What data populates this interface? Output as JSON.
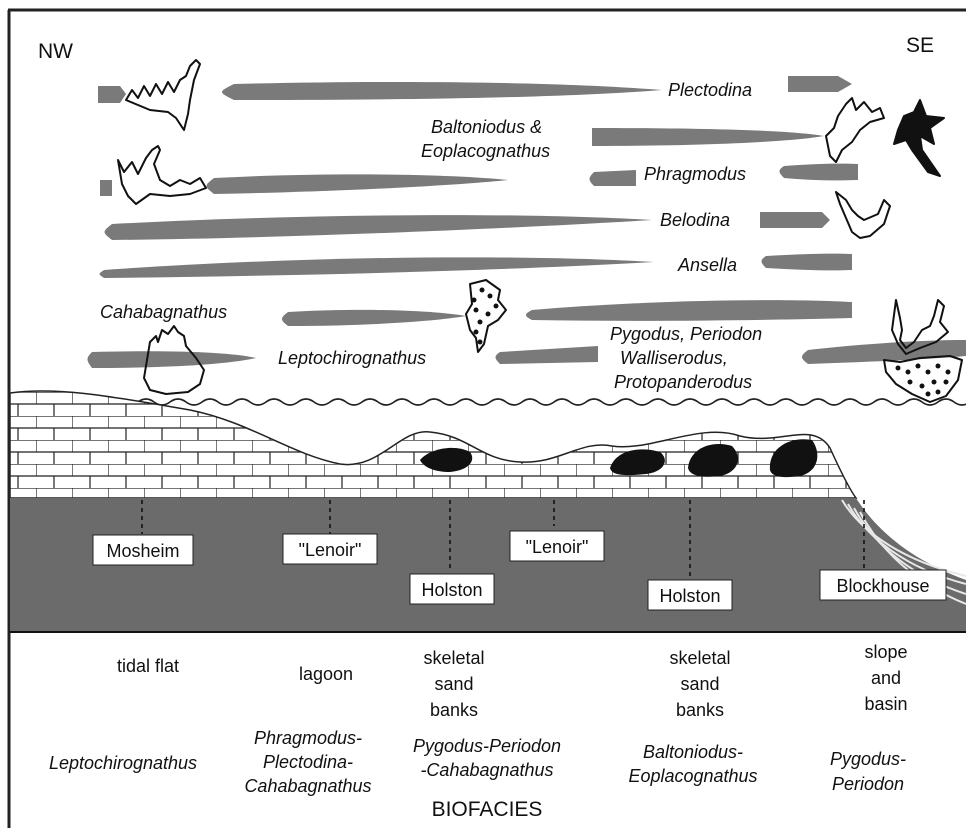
{
  "compass": {
    "left": "NW",
    "right": "SE"
  },
  "taxa": {
    "plectodina": "Plectodina",
    "baltoniodus_line1": "Baltoniodus &",
    "baltoniodus_line2": "Eoplacognathus",
    "phragmodus": "Phragmodus",
    "belodina": "Belodina",
    "ansella": "Ansella",
    "cahabagnathus": "Cahabagnathus",
    "leptochirognathus": "Leptochirognathus",
    "pygodus_line1": "Pygodus, Periodon",
    "pygodus_line2": "Walliserodus,",
    "pygodus_line3": "Protopanderodus"
  },
  "formations": {
    "mosheim": "Mosheim",
    "lenoir_1": "\"Lenoir\"",
    "holston_1": "Holston",
    "lenoir_2": "\"Lenoir\"",
    "holston_2": "Holston",
    "blockhouse": "Blockhouse"
  },
  "environments": {
    "tidal_flat": "tidal flat",
    "lagoon": "lagoon",
    "sand_banks_1": [
      "skeletal",
      "sand",
      "banks"
    ],
    "sand_banks_2": [
      "skeletal",
      "sand",
      "banks"
    ],
    "slope_basin": [
      "slope",
      "and",
      "basin"
    ]
  },
  "biofacies": {
    "heading": "BIOFACIES",
    "b1": [
      "Leptochirognathus"
    ],
    "b2": [
      "Phragmodus-",
      "Plectodina-",
      "Cahabagnathus"
    ],
    "b3": [
      "Pygodus-Periodon",
      "-Cahabagnathus"
    ],
    "b4": [
      "Baltoniodus-",
      "Eoplacognathus"
    ],
    "b5": [
      "Pygodus-",
      "Periodon"
    ]
  },
  "colors": {
    "range_bar": "#7a7a7a",
    "substrate": "#6b6b6b",
    "mound": "#111111",
    "line": "#222222"
  }
}
